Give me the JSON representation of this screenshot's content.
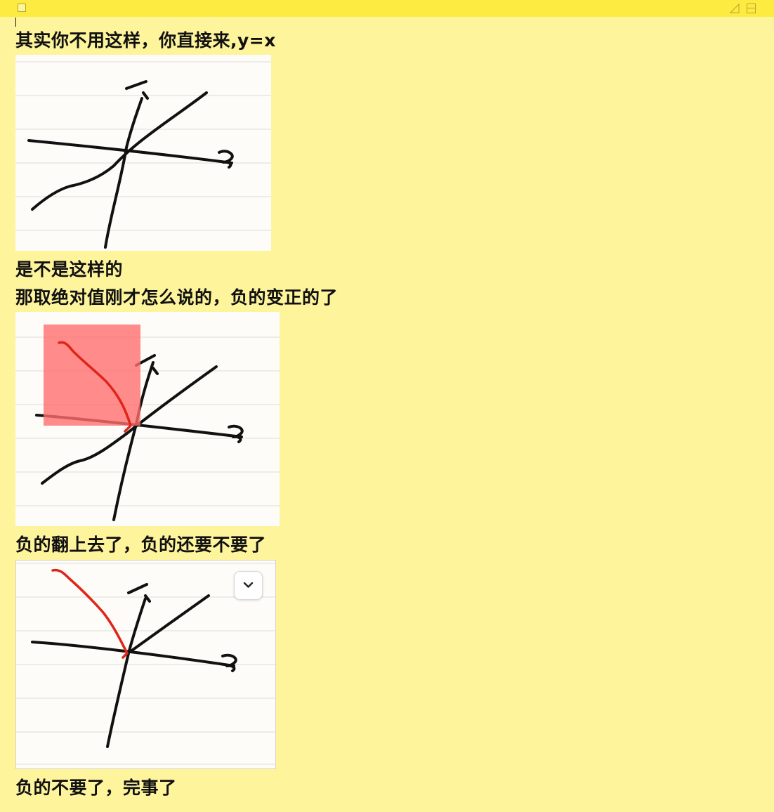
{
  "window": {
    "controls": {
      "close_icon": "square-close-icon",
      "resize_icon": "triangle-resize-icon",
      "collapse_icon": "window-collapse-icon"
    },
    "colors": {
      "titlebar": "#fdeb42",
      "background": "#fef49c",
      "highlight": "#ff8080",
      "ink_red": "#e0241a"
    }
  },
  "note": {
    "line1": "其实你不用这样，你直接来,y=x",
    "line2": "是不是这样的",
    "line3": "那取绝对值刚才怎么说的，负的变正的了",
    "line4": "负的翻上去了，负的还要不要了",
    "line5": "负的不要了，完事了"
  },
  "image_overlay": {
    "button_icon": "chevron-down-icon"
  }
}
